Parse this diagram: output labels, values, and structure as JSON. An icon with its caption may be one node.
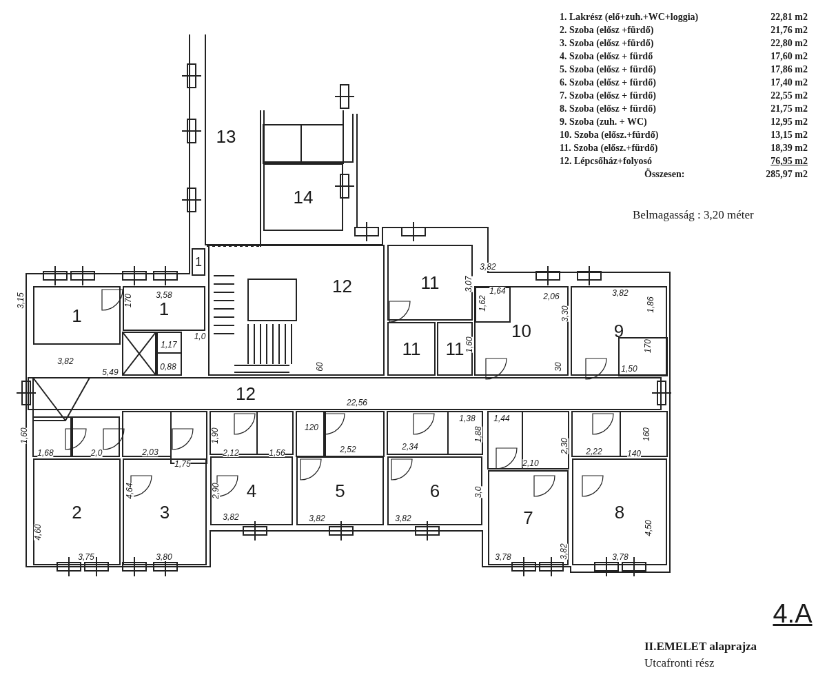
{
  "diagram": {
    "title": "II.EMELET alaprajza",
    "caption": "Utcafronti rész",
    "nodes": [
      {
        "text": [
          "13"
        ]
      },
      {
        "text": [
          "14"
        ]
      },
      {
        "text": [
          "1"
        ]
      },
      {
        "text": [
          "12"
        ]
      },
      {
        "text": [
          "11"
        ]
      },
      {
        "text": [
          "1"
        ]
      },
      {
        "text": [
          "1"
        ]
      },
      {
        "text": [
          "10"
        ]
      },
      {
        "text": [
          "9"
        ]
      },
      {
        "text": [
          "11"
        ]
      },
      {
        "text": [
          "11"
        ]
      },
      {
        "text": [
          "12"
        ]
      },
      {
        "text": [
          "2"
        ]
      },
      {
        "text": [
          "3"
        ]
      },
      {
        "text": [
          "4"
        ]
      },
      {
        "text": [
          "5"
        ]
      },
      {
        "text": [
          "6"
        ]
      },
      {
        "text": [
          "7"
        ]
      },
      {
        "text": [
          "8"
        ]
      }
    ],
    "edges": [],
    "labels": [
      "1. Lakrész (elő+zuh.+WC+loggia)",
      "22,81 m2",
      "2. Szoba (elősz +fürdő)",
      "21,76 m2",
      "3. Szoba (elősz +fürdő)",
      "22,80 m2",
      "4. Szoba (elősz + fürdő",
      "17,60 m2",
      "5. Szoba (elősz + fürdő)",
      "17,86 m2",
      "6. Szoba (elősz + fürdő)",
      "17,40 m2",
      "7. Szoba (elősz + fürdő)",
      "22,55 m2",
      "8. Szoba (elősz + fürdő)",
      "21,75 m2",
      "9. Szoba (zuh. + WC)",
      "12,95 m2",
      "10. Szoba (elősz.+fürdő)",
      "13,15 m2",
      "11. Szoba (elősz.+fürdő)",
      "18,39 m2",
      "12. Lépcsőház+folyosó",
      "76,95 m2",
      "Összesen:",
      "285,97 m2",
      "Belmagasság : 3,20 méter",
      "3,82",
      "3,15",
      "170",
      "3,58",
      "3,07",
      "1,62",
      "1,64",
      "2,06",
      "3,30",
      "3,82",
      "1,86",
      "1,17",
      "1,0",
      "1,60",
      "170",
      "3,82",
      "5,49",
      "0,88",
      "60",
      "30",
      "1,50",
      "22,56",
      "1,60",
      "1,90",
      "120",
      "1,38",
      "1,88",
      "1,44",
      "2,30",
      "160",
      "1,68",
      "2,0",
      "2,03",
      "1,75",
      "2,12",
      "1,56",
      "2,52",
      "2,34",
      "2,10",
      "2,22",
      "140",
      "4,64",
      "2,90",
      "3,0",
      "3,82",
      "3,82",
      "3,82",
      "4,60",
      "4,50",
      "3,75",
      "3,80",
      "3,78",
      "3,82",
      "3,78",
      "4.A"
    ]
  }
}
